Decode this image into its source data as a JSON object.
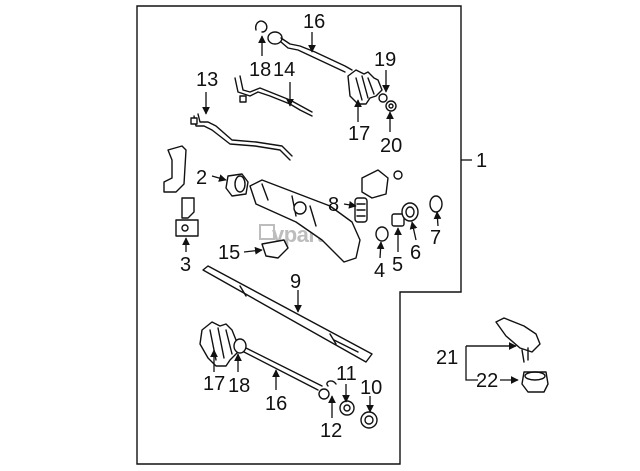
{
  "watermark": "vparts",
  "callouts": [
    {
      "id": "1",
      "text": "1"
    },
    {
      "id": "2",
      "text": "2"
    },
    {
      "id": "3",
      "text": "3"
    },
    {
      "id": "4",
      "text": "4"
    },
    {
      "id": "5",
      "text": "5"
    },
    {
      "id": "6",
      "text": "6"
    },
    {
      "id": "7",
      "text": "7"
    },
    {
      "id": "8",
      "text": "8"
    },
    {
      "id": "9",
      "text": "9"
    },
    {
      "id": "10",
      "text": "10"
    },
    {
      "id": "11",
      "text": "11"
    },
    {
      "id": "12",
      "text": "12"
    },
    {
      "id": "13",
      "text": "13"
    },
    {
      "id": "14",
      "text": "14"
    },
    {
      "id": "15",
      "text": "15"
    },
    {
      "id": "16a",
      "text": "16"
    },
    {
      "id": "16b",
      "text": "16"
    },
    {
      "id": "17a",
      "text": "17"
    },
    {
      "id": "17b",
      "text": "17"
    },
    {
      "id": "18a",
      "text": "18"
    },
    {
      "id": "18b",
      "text": "18"
    },
    {
      "id": "19",
      "text": "19"
    },
    {
      "id": "20",
      "text": "20"
    },
    {
      "id": "21",
      "text": "21"
    },
    {
      "id": "22",
      "text": "22"
    }
  ]
}
